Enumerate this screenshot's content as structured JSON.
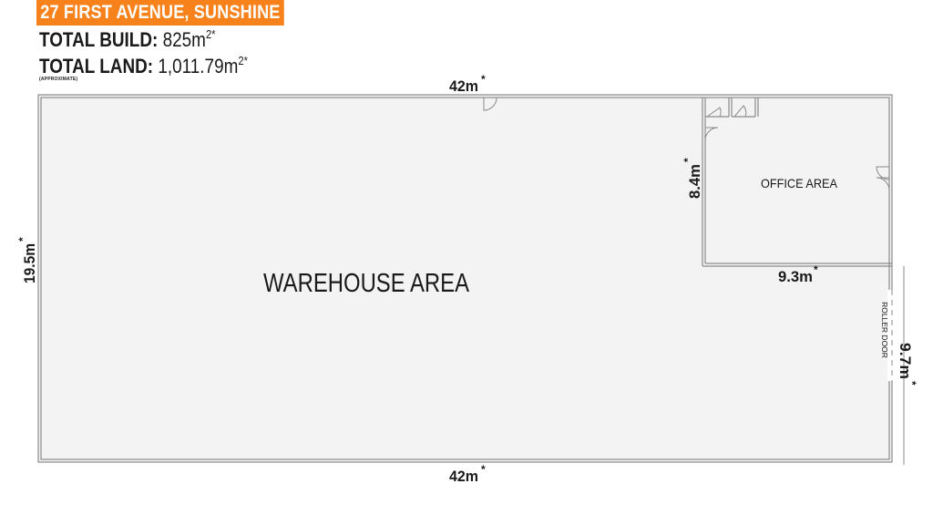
{
  "header": {
    "address": "27 FIRST AVENUE, SUNSHINE",
    "build_label": "TOTAL BUILD:",
    "build_value": "825m",
    "build_sup": "2*",
    "land_label": "TOTAL LAND:",
    "land_value": "1,011.79m",
    "land_sup": "2*",
    "approx_note": "(APPROXIMATE)"
  },
  "rooms": {
    "warehouse": "WAREHOUSE AREA",
    "office": "OFFICE AREA",
    "roller_door": "ROLLER DOOR"
  },
  "dimensions": {
    "top_width": "42m",
    "bottom_width": "42m",
    "left_height": "19.5m",
    "office_height": "8.4m",
    "office_width": "9.3m",
    "roller_door_height": "9.7m",
    "star": "*"
  },
  "colors": {
    "accent": "#f7821b",
    "floor": "#f3f3f4",
    "wall": "#8a8a8a"
  }
}
